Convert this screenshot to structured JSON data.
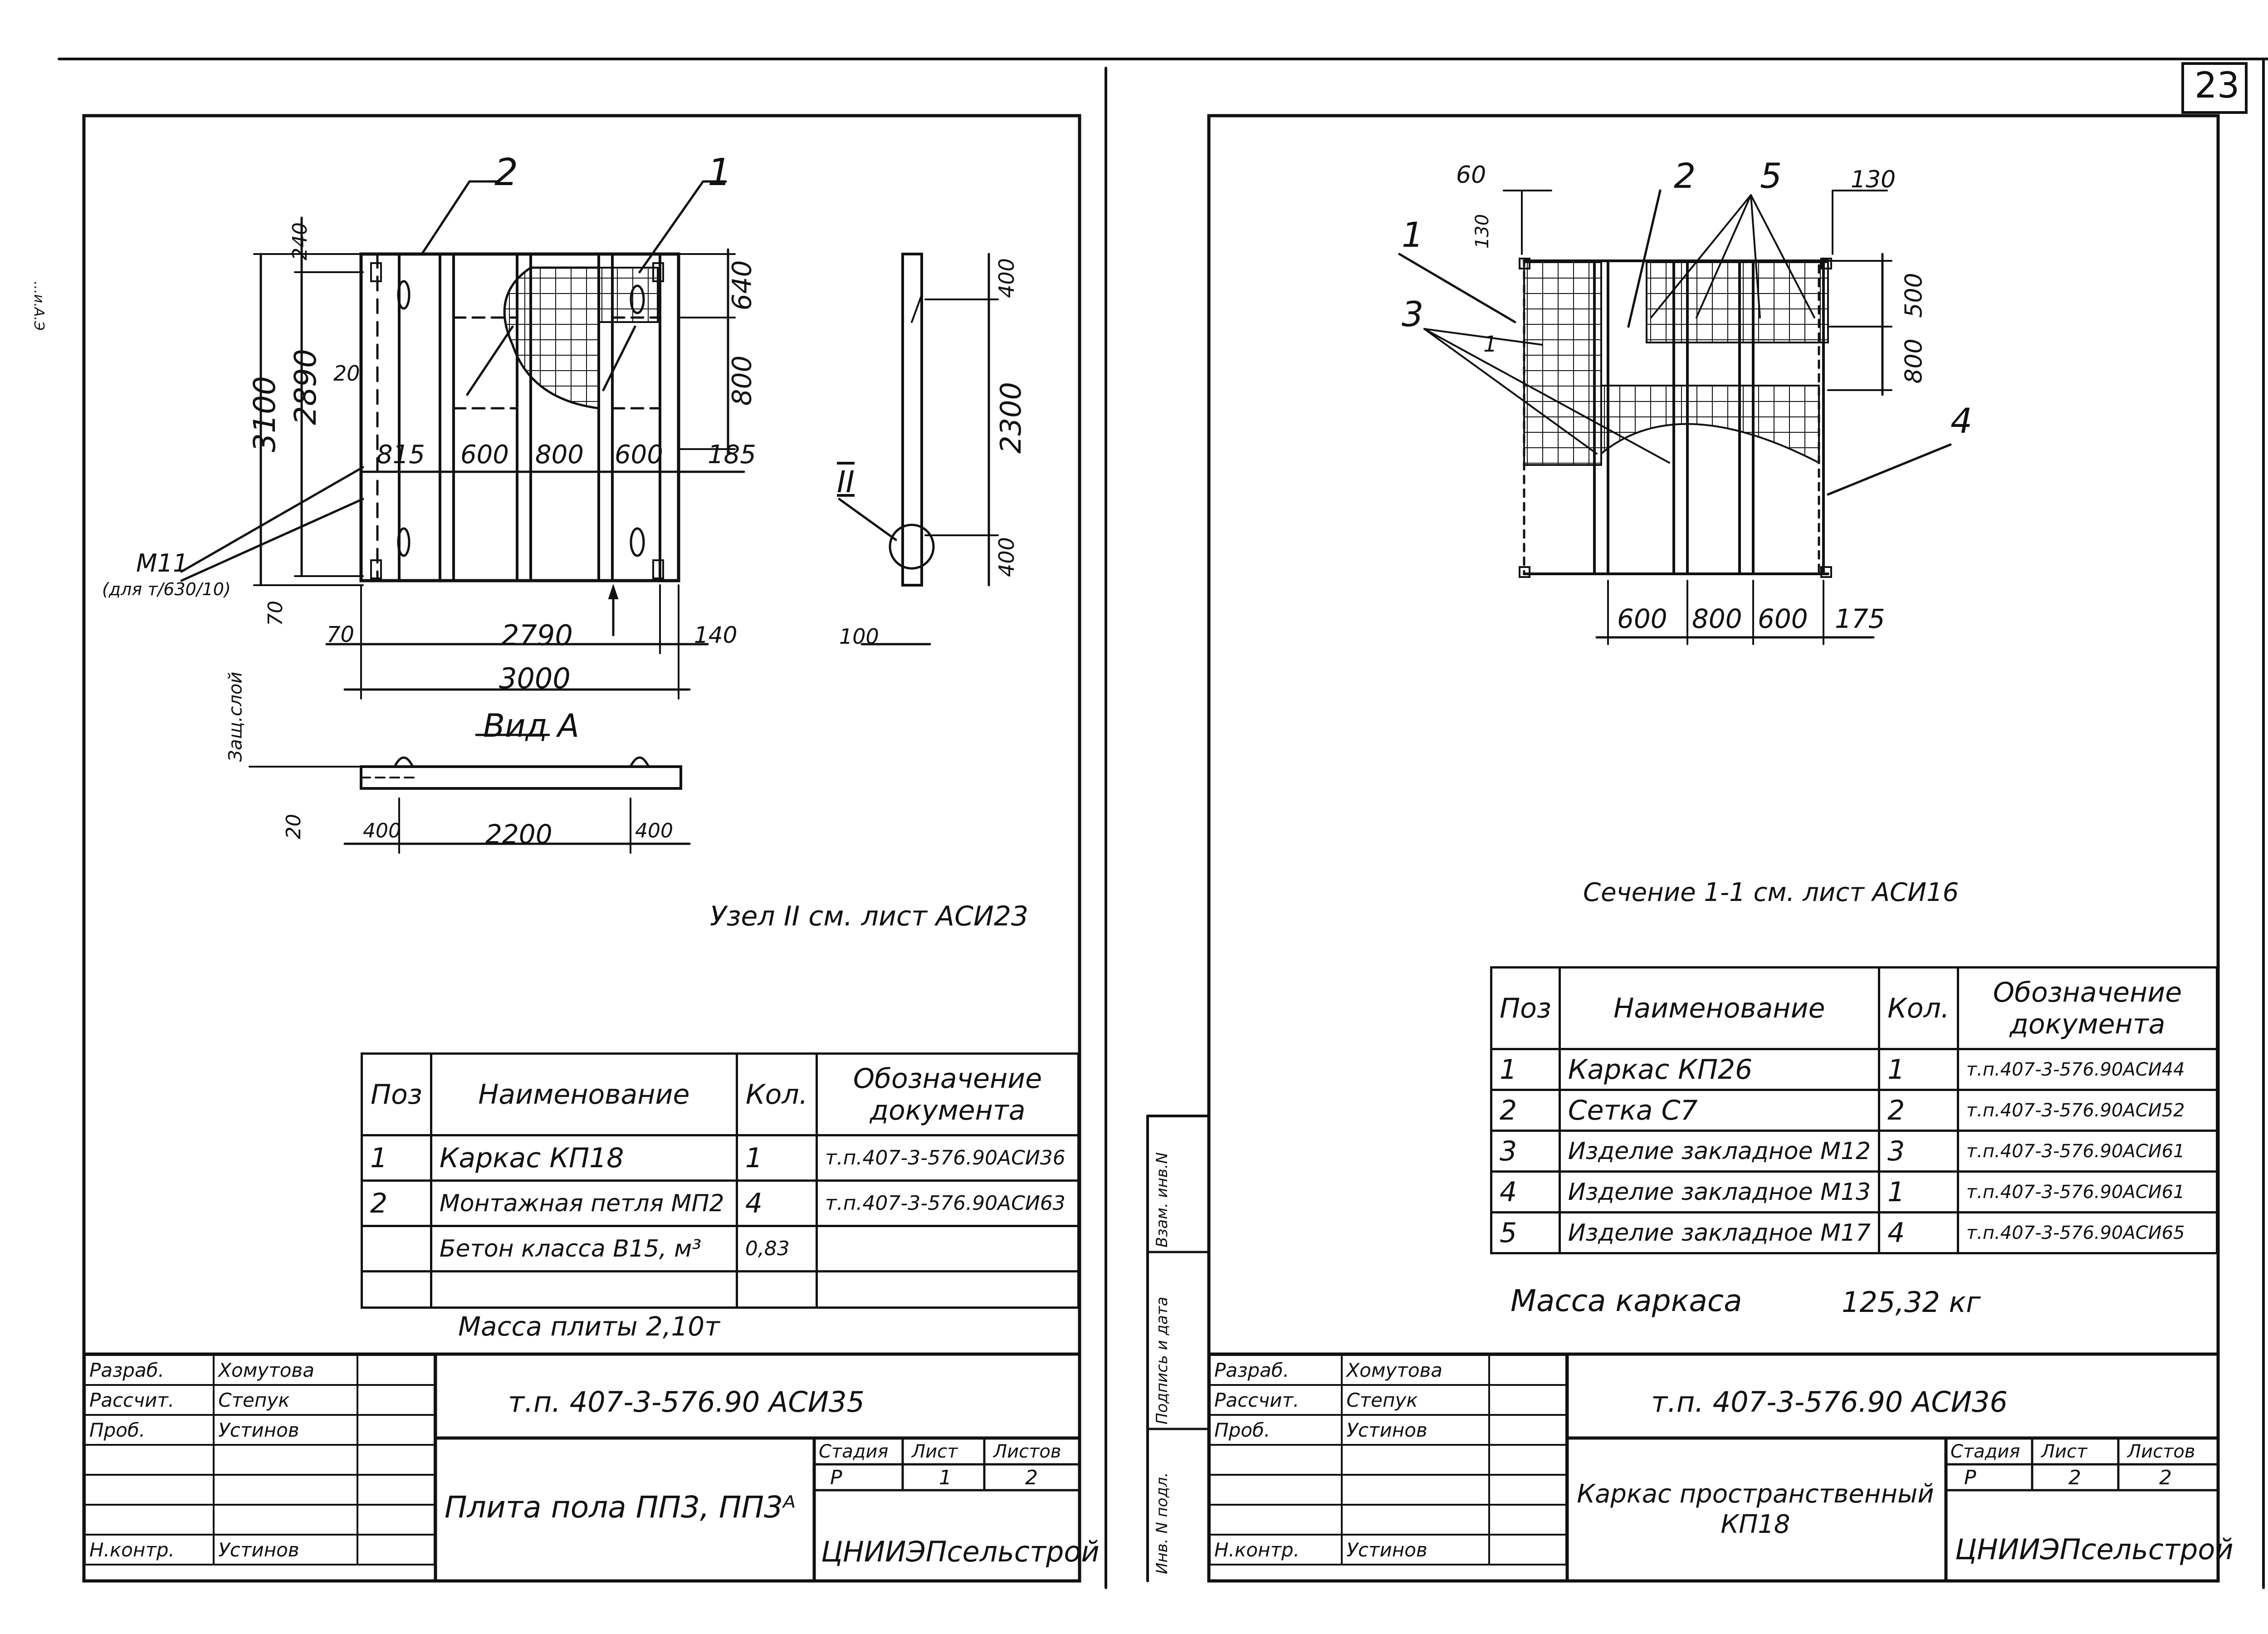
{
  "page_number": "23",
  "margin_mark": "...и.А.Э",
  "left_sheet": {
    "leaders": {
      "pos2": "2",
      "pos1": "1",
      "node": "II"
    },
    "dims": {
      "d240": "240",
      "d640": "640",
      "d800": "800",
      "d3100": "3100",
      "d2890": "2890",
      "d20a": "20",
      "d815": "815",
      "d600a": "600",
      "d800b": "800",
      "d600b": "600",
      "d185": "185",
      "d70a": "70",
      "d70b": "70",
      "d2790": "2790",
      "d140": "140",
      "d3000": "3000",
      "d400a": "400",
      "d2300": "2300",
      "d400b": "400",
      "d100": "100",
      "d20b": "20",
      "d400c": "400",
      "d2200": "2200",
      "d400d": "400"
    },
    "m11": "М11",
    "m11_note": "(для т/630/10)",
    "protective_layer": "Защ.слой",
    "view_a": "Вид А",
    "node_note": "Узел II  см. лист АСИ23",
    "spec": {
      "headers": [
        "Поз",
        "Наименование",
        "Кол.",
        "Обозначение документа"
      ],
      "rows": [
        [
          "1",
          "Каркас КП18",
          "1",
          "т.п.407-3-576.90АСИ36"
        ],
        [
          "2",
          "Монтажная петля МП2",
          "4",
          "т.п.407-3-576.90АСИ63"
        ],
        [
          "",
          "Бетон класса В15, м³",
          "0,83",
          ""
        ],
        [
          "",
          "",
          "",
          ""
        ]
      ]
    },
    "mass": "Масса плиты 2,10т",
    "stamp": {
      "roles": [
        [
          "Разраб.",
          "Хомутова"
        ],
        [
          "Рассчит.",
          "Степук"
        ],
        [
          "Проб.",
          "Устинов"
        ],
        [
          "",
          ""
        ],
        [
          "",
          ""
        ],
        [
          "",
          ""
        ],
        [
          "Н.контр.",
          "Устинов"
        ]
      ],
      "code": "т.п. 407-3-576.90 АСИ35",
      "title": "Плита пола ПП3, ПП3ᴬ",
      "stage_h": "Стадия",
      "sheet_h": "Лист",
      "sheets_h": "Листов",
      "stage": "Р",
      "sheet": "1",
      "sheets": "2",
      "org": "ЦНИИЭПсельстрой"
    }
  },
  "right_sheet": {
    "leaders": {
      "p1": "1",
      "p2": "2",
      "p5": "5",
      "p3": "3",
      "p4": "4",
      "sec": "1"
    },
    "dims": {
      "d60": "60",
      "d130a": "130",
      "d130b": "130",
      "d500": "500",
      "d800": "800",
      "d600a": "600",
      "d800b": "800",
      "d600b": "600",
      "d175": "175"
    },
    "section_note": "Сечение 1-1 см. лист АСИ16",
    "spec": {
      "headers": [
        "Поз",
        "Наименование",
        "Кол.",
        "Обозначение документа"
      ],
      "rows": [
        [
          "1",
          "Каркас КП26",
          "1",
          "т.п.407-3-576.90АСИ44"
        ],
        [
          "2",
          "Сетка С7",
          "2",
          "т.п.407-3-576.90АСИ52"
        ],
        [
          "3",
          "Изделие закладное М12",
          "3",
          "т.п.407-3-576.90АСИ61"
        ],
        [
          "4",
          "Изделие закладное М13",
          "1",
          "т.п.407-3-576.90АСИ61"
        ],
        [
          "5",
          "Изделие закладное М17",
          "4",
          "т.п.407-3-576.90АСИ65"
        ]
      ]
    },
    "mass_label": "Масса каркаса",
    "mass_value": "125,32 кг",
    "side_stamp": [
      "Инв. N подл.",
      "Подпись и дата",
      "Взам. инв.N"
    ],
    "stamp": {
      "roles": [
        [
          "Разраб.",
          "Хомутова"
        ],
        [
          "Рассчит.",
          "Степук"
        ],
        [
          "Проб.",
          "Устинов"
        ],
        [
          "",
          ""
        ],
        [
          "",
          ""
        ],
        [
          "",
          ""
        ],
        [
          "Н.контр.",
          "Устинов"
        ]
      ],
      "code": "т.п. 407-3-576.90 АСИ36",
      "title": "Каркас пространственный КП18",
      "stage_h": "Стадия",
      "sheet_h": "Лист",
      "sheets_h": "Листов",
      "stage": "Р",
      "sheet": "2",
      "sheets": "2",
      "org": "ЦНИИЭПсельстрой"
    }
  }
}
